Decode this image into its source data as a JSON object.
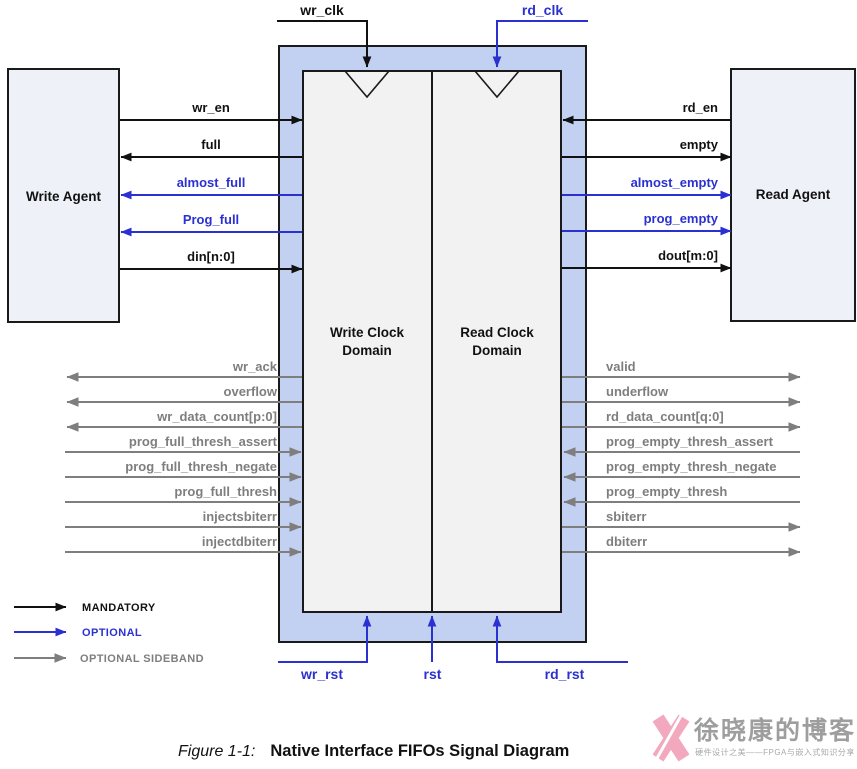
{
  "colors": {
    "mandatory": "#111111",
    "optional": "#2b31d0",
    "sideband": "#7e7e7e",
    "fifo_band_fill": "#c2d1f2",
    "agent_fill": "#eef1f7",
    "domain_fill": "#f2f2f2",
    "border": "#1a1a1a",
    "watermark_pink": "#f2a9bd",
    "watermark_gray": "#9e9e9e"
  },
  "clocks": {
    "write": "wr_clk",
    "read": "rd_clk"
  },
  "resets": {
    "write": "wr_rst",
    "common": "rst",
    "read": "rd_rst"
  },
  "agents": {
    "write": "Write Agent",
    "read": "Read Agent"
  },
  "domains": {
    "write": "Write Clock Domain",
    "read": "Read Clock Domain"
  },
  "left_signals": [
    {
      "label": "wr_en",
      "type": "mandatory",
      "direction": "to-fifo"
    },
    {
      "label": "full",
      "type": "mandatory",
      "direction": "to-agent"
    },
    {
      "label": "almost_full",
      "type": "optional",
      "direction": "to-agent"
    },
    {
      "label": "Prog_full",
      "type": "optional",
      "direction": "to-agent"
    },
    {
      "label": "din[n:0]",
      "type": "mandatory",
      "direction": "to-fifo"
    }
  ],
  "right_signals": [
    {
      "label": "rd_en",
      "type": "mandatory",
      "direction": "to-fifo"
    },
    {
      "label": "empty",
      "type": "mandatory",
      "direction": "to-agent"
    },
    {
      "label": "almost_empty",
      "type": "optional",
      "direction": "to-agent"
    },
    {
      "label": "prog_empty",
      "type": "optional",
      "direction": "to-agent"
    },
    {
      "label": "dout[m:0]",
      "type": "mandatory",
      "direction": "to-agent"
    }
  ],
  "left_sideband": [
    {
      "label": "wr_ack",
      "direction": "out"
    },
    {
      "label": "overflow",
      "direction": "out"
    },
    {
      "label": "wr_data_count[p:0]",
      "direction": "out"
    },
    {
      "label": "prog_full_thresh_assert",
      "direction": "in"
    },
    {
      "label": "prog_full_thresh_negate",
      "direction": "in"
    },
    {
      "label": "prog_full_thresh",
      "direction": "in"
    },
    {
      "label": "injectsbiterr",
      "direction": "in"
    },
    {
      "label": "injectdbiterr",
      "direction": "in"
    }
  ],
  "right_sideband": [
    {
      "label": "valid",
      "direction": "out"
    },
    {
      "label": "underflow",
      "direction": "out"
    },
    {
      "label": "rd_data_count[q:0]",
      "direction": "out"
    },
    {
      "label": "prog_empty_thresh_assert",
      "direction": "in"
    },
    {
      "label": "prog_empty_thresh_negate",
      "direction": "in"
    },
    {
      "label": "prog_empty_thresh",
      "direction": "in"
    },
    {
      "label": "sbiterr",
      "direction": "out"
    },
    {
      "label": "dbiterr",
      "direction": "out"
    }
  ],
  "legend": [
    {
      "label": "MANDATORY",
      "type": "mandatory"
    },
    {
      "label": "OPTIONAL",
      "type": "optional"
    },
    {
      "label": "OPTIONAL SIDEBAND",
      "type": "sideband"
    }
  ],
  "caption": {
    "figure_label": "Figure 1-1:",
    "title": "Native Interface FIFOs Signal Diagram"
  },
  "watermark": {
    "site_name": "徐晓康的博客",
    "tagline": "硬件设计之美——FPGA与嵌入式知识分享"
  }
}
